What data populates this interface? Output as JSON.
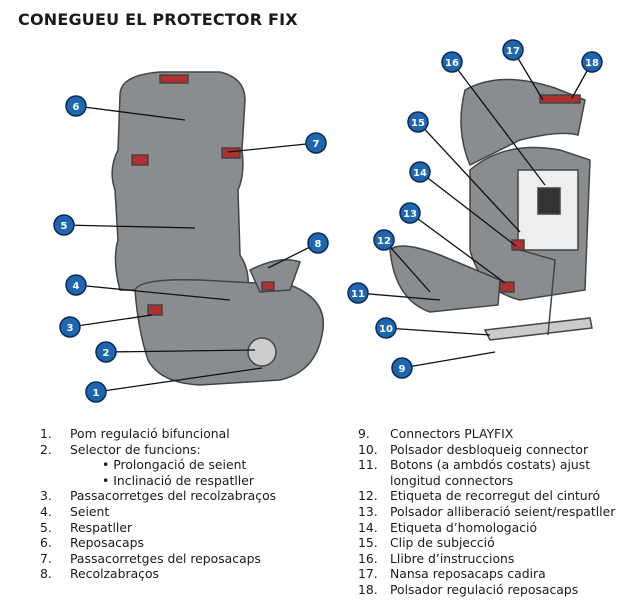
{
  "title": "CONEGUEU EL PROTECTOR FIX",
  "callout_color": "#1f66b0",
  "legend_left": [
    {
      "num": "1.",
      "text": "Pom regulació bifuncional"
    },
    {
      "num": "2.",
      "text": "Selector de funcions:",
      "sub": [
        "Prolongació de seient",
        "Inclinació de respatller"
      ]
    },
    {
      "num": "3.",
      "text": "Passacorretges del recolzabraços"
    },
    {
      "num": "4.",
      "text": "Seient"
    },
    {
      "num": "5.",
      "text": "Respatller"
    },
    {
      "num": "6.",
      "text": "Reposacaps"
    },
    {
      "num": "7.",
      "text": "Passacorretges del reposacaps"
    },
    {
      "num": "8.",
      "text": "Recolzabraços"
    }
  ],
  "legend_right": [
    {
      "num": "9.",
      "text": "Connectors PLAYFIX"
    },
    {
      "num": "10.",
      "text": "Polsador desbloqueig connector"
    },
    {
      "num": "11.",
      "text": "Botons (a ambdós costats) ajust longitud connectors"
    },
    {
      "num": "12.",
      "text": "Etiqueta de recorregut del cinturó"
    },
    {
      "num": "13.",
      "text": "Polsador alliberació seient/respatller"
    },
    {
      "num": "14.",
      "text": "Etiqueta d’homologació"
    },
    {
      "num": "15.",
      "text": "Clip de subjecció"
    },
    {
      "num": "16.",
      "text": "Llibre d’instruccions"
    },
    {
      "num": "17.",
      "text": "Nansa reposacaps cadira"
    },
    {
      "num": "18.",
      "text": "Polsador regulació reposacaps"
    }
  ],
  "callouts": [
    "1",
    "2",
    "3",
    "4",
    "5",
    "6",
    "7",
    "8",
    "9",
    "10",
    "11",
    "12",
    "13",
    "14",
    "15",
    "16",
    "17",
    "18"
  ]
}
